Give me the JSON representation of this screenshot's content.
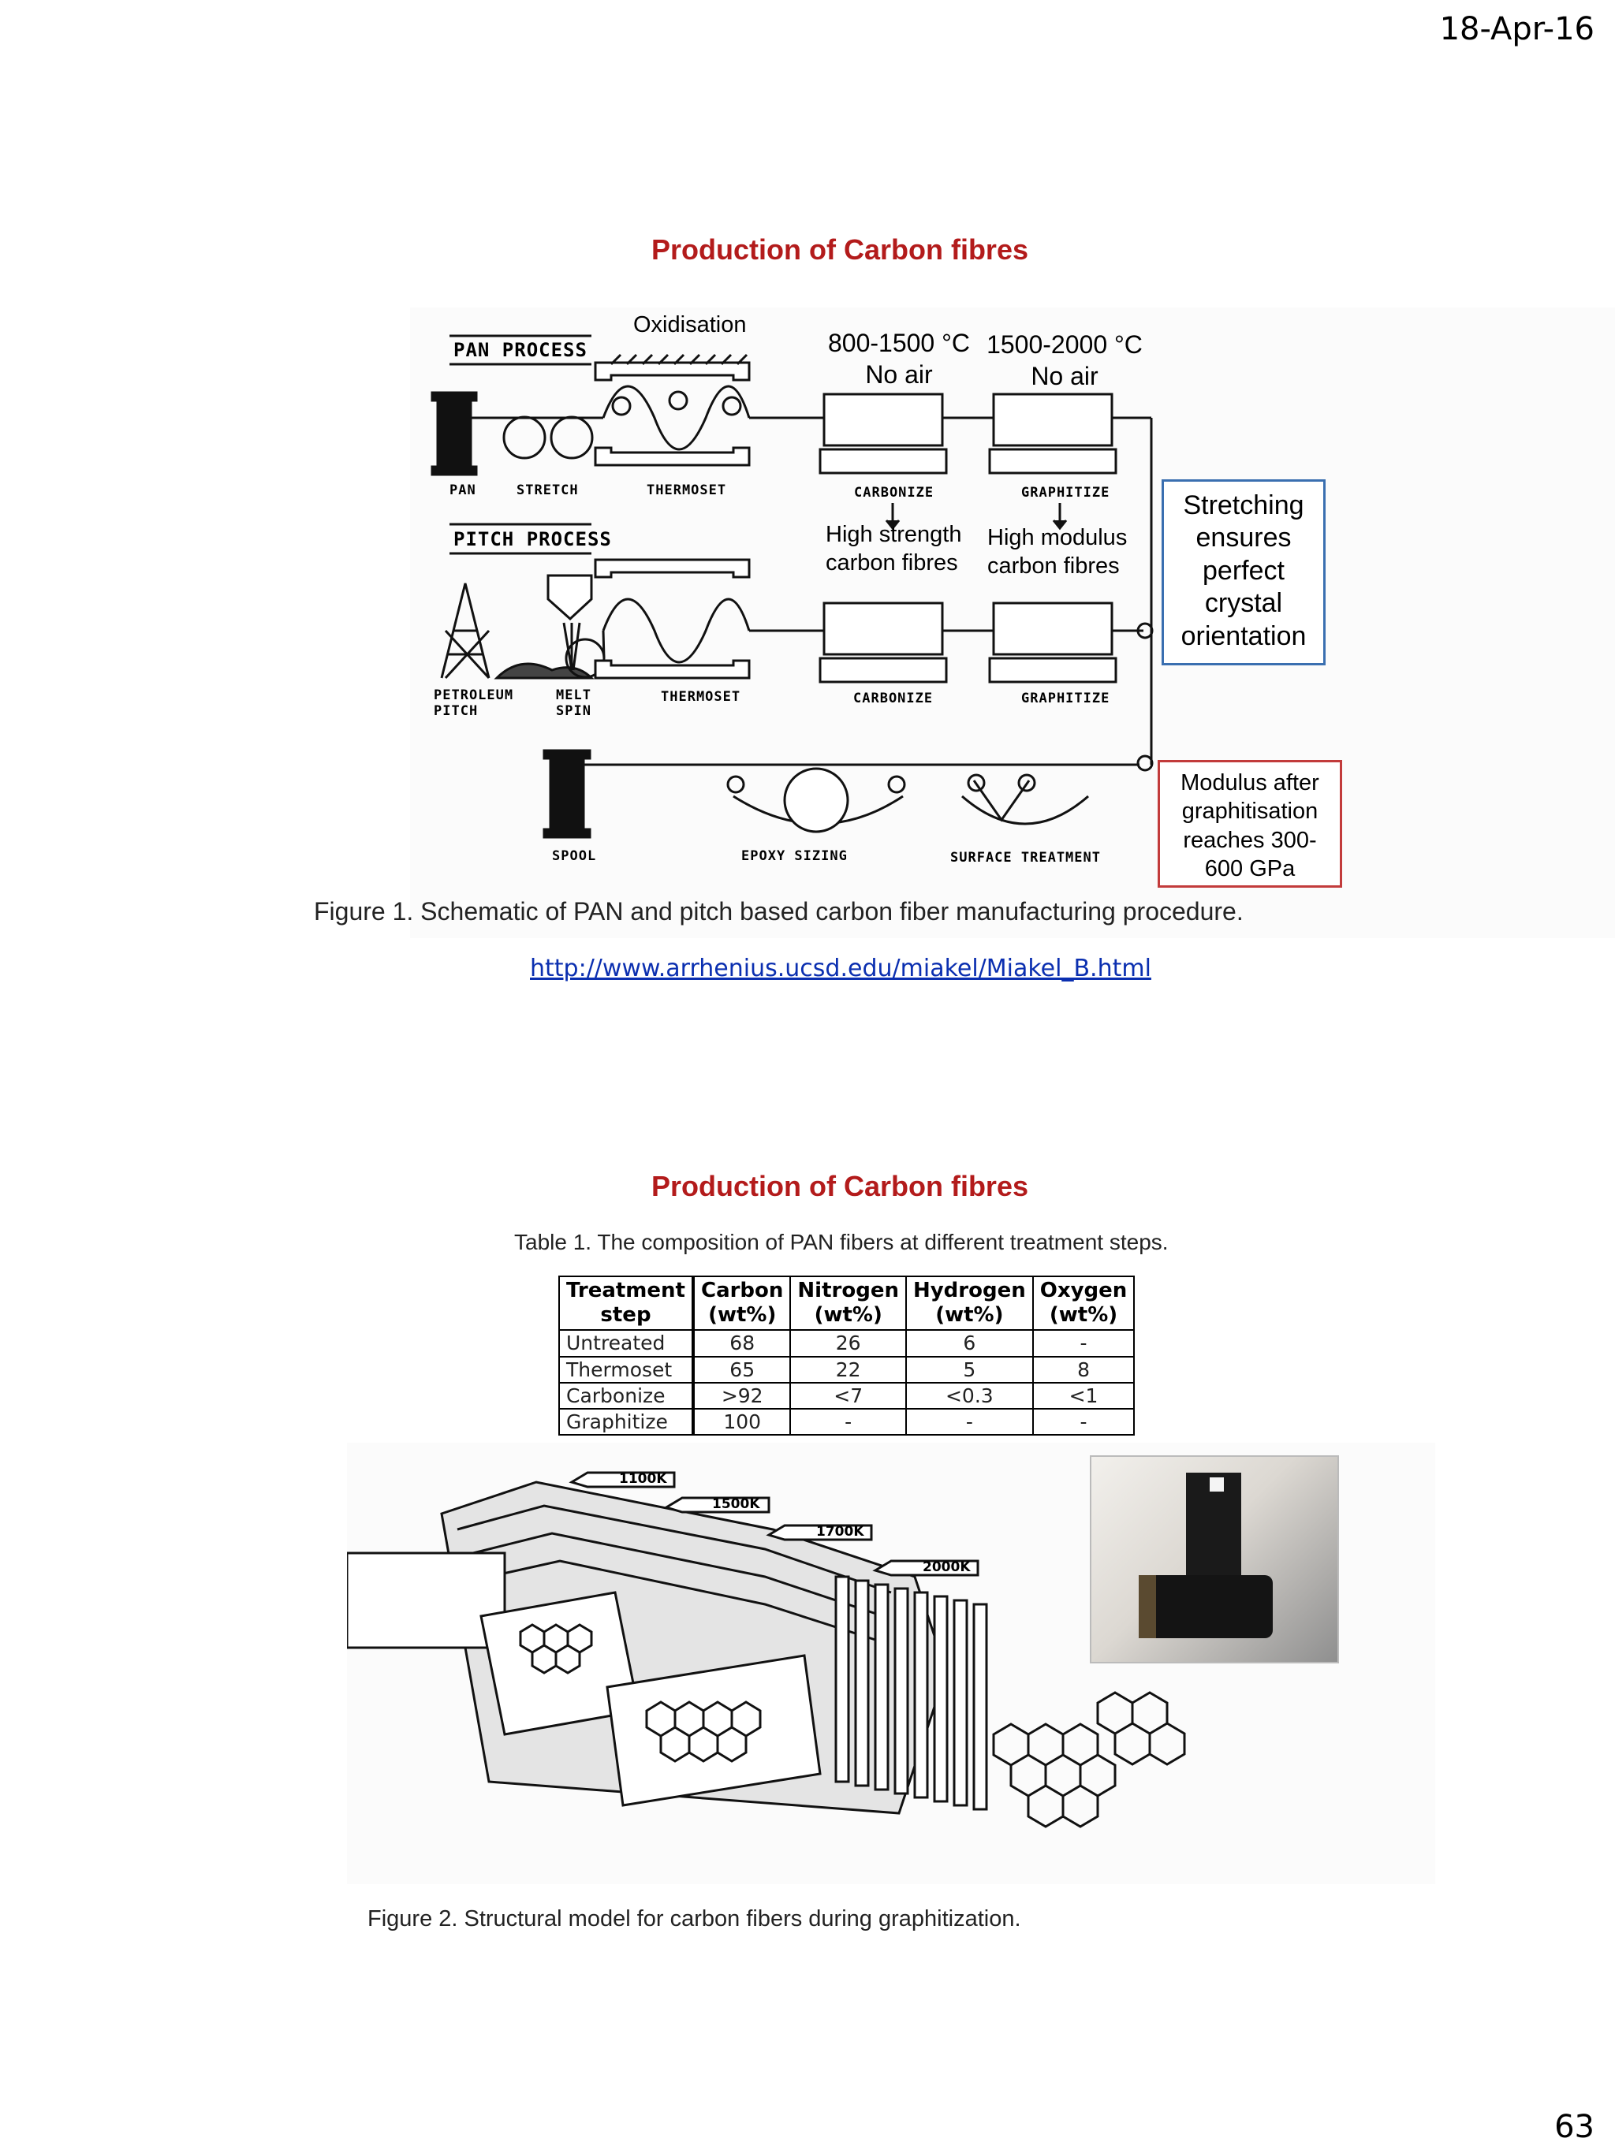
{
  "header": {
    "date": "18-Apr-16"
  },
  "footer": {
    "page_number": "63"
  },
  "slide1": {
    "title": "Production of Carbon fibres",
    "annotations": {
      "oxidisation": "Oxidisation",
      "carbonize_temp": "800-1500 °C",
      "carbonize_air": "No air",
      "graphitize_temp": "1500-2000 °C",
      "graphitize_air": "No air",
      "high_strength_line1": "High strength",
      "high_strength_line2": "carbon fibres",
      "high_modulus_line1": "High modulus",
      "high_modulus_line2": "carbon fibres"
    },
    "diagram_labels": {
      "pan_process": "PAN PROCESS",
      "pan": "PAN",
      "stretch": "STRETCH",
      "thermoset": "THERMOSET",
      "carbonize": "CARBONIZE",
      "graphitize": "GRAPHITIZE",
      "pitch_process": "PITCH PROCESS",
      "petroleum": "PETROLEUM",
      "pitch": "PITCH",
      "melt": "MELT",
      "spin": "SPIN",
      "thermoset2": "THERMOSET",
      "carbonize2": "CARBONIZE",
      "graphitize2": "GRAPHITIZE",
      "spool": "SPOOL",
      "epoxy_sizing": "EPOXY SIZING",
      "surface_treatment": "SURFACE TREATMENT"
    },
    "callout_blue": [
      "Stretching",
      "ensures",
      "perfect",
      "crystal",
      "orientation"
    ],
    "callout_red": [
      "Modulus after",
      "graphitisation",
      "reaches  300-",
      "600 GPa"
    ],
    "caption": "Figure 1. Schematic of PAN and pitch based carbon fiber manufacturing procedure.",
    "link": "http://www.arrhenius.ucsd.edu/miakel/Miakel_B.html"
  },
  "slide2": {
    "title": "Production of Carbon fibres",
    "table_caption": "Table 1. The composition of PAN fibers at different treatment steps.",
    "table": {
      "headers": [
        [
          "Treatment",
          "step"
        ],
        [
          "Carbon",
          "(wt%)"
        ],
        [
          "Nitrogen",
          "(wt%)"
        ],
        [
          "Hydrogen",
          "(wt%)"
        ],
        [
          "Oxygen",
          "(wt%)"
        ]
      ],
      "rows": [
        [
          "Untreated",
          "68",
          "26",
          "6",
          "-"
        ],
        [
          "Thermoset",
          "65",
          "22",
          "5",
          "8"
        ],
        [
          "Carbonize",
          ">92",
          "<7",
          "<0.3",
          "<1"
        ],
        [
          "Graphitize",
          "100",
          "-",
          "-",
          "-"
        ]
      ]
    },
    "temperature_tags": [
      "1100K",
      "1500K",
      "1700K",
      "2000K"
    ],
    "caption": "Figure 2. Structural model for carbon fibers during graphitization."
  }
}
